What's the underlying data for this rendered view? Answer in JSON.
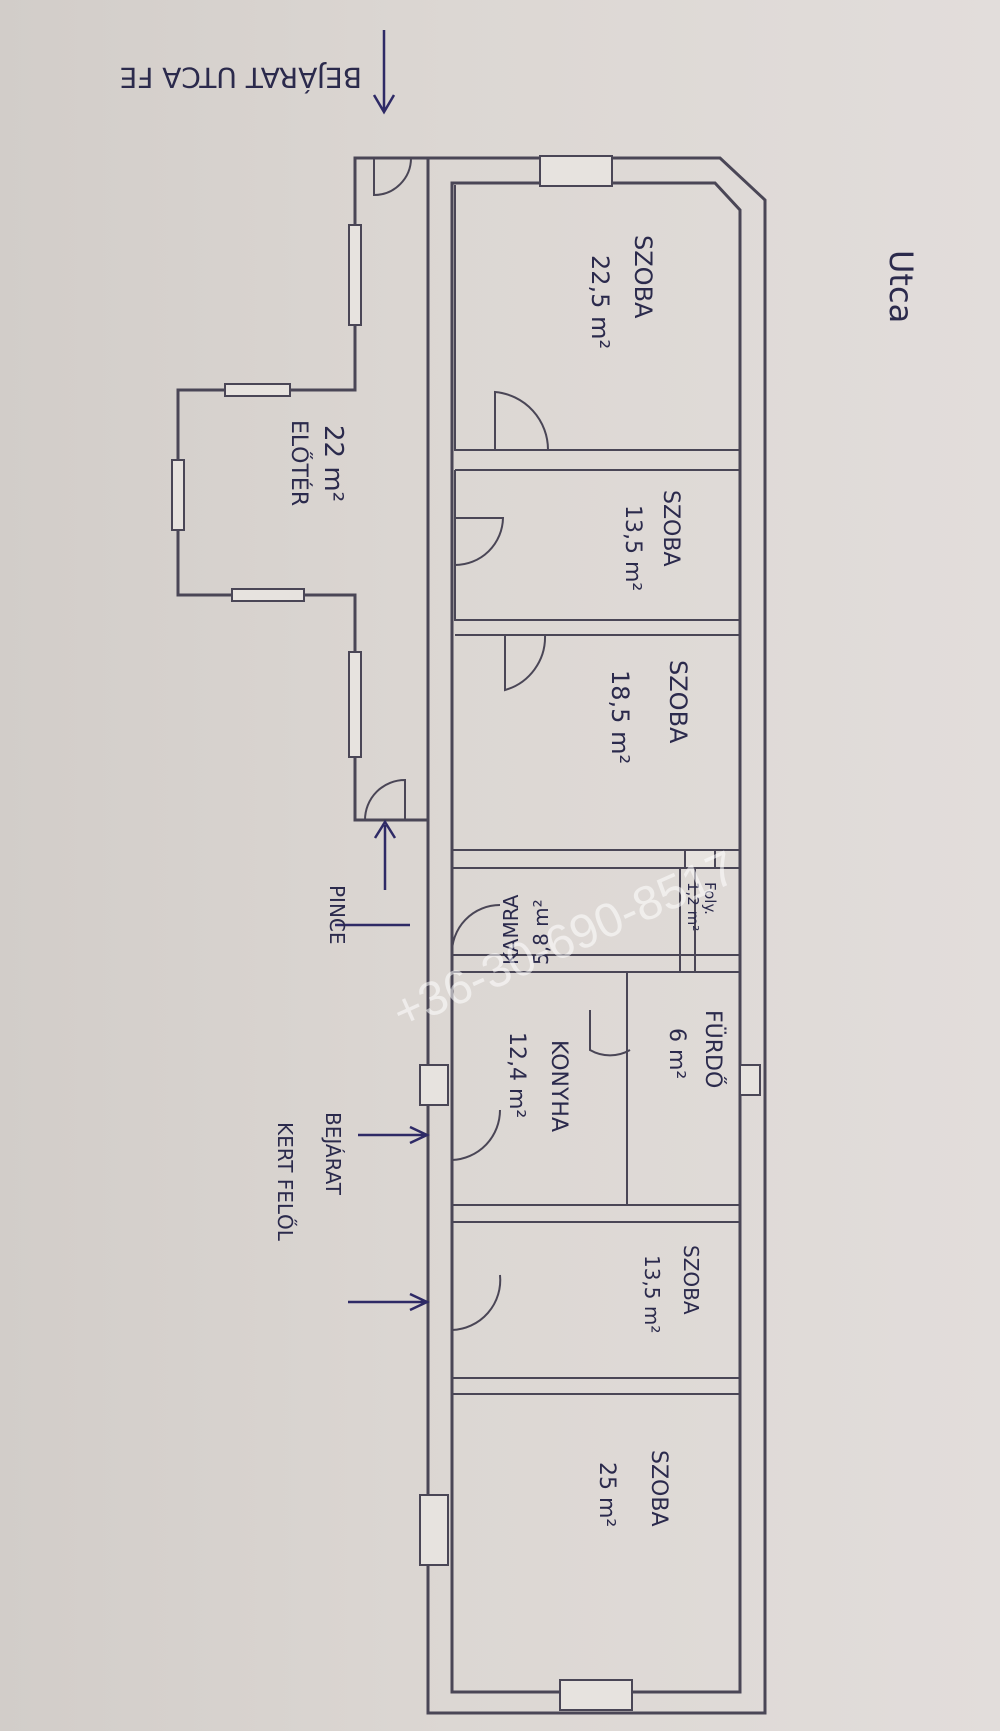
{
  "plan": {
    "street_top": "BEJÁRAT UTCA FE",
    "street_right": "Utca",
    "pince": "PINCE",
    "entrance_garden_1": "BEJÁRAT",
    "entrance_garden_2": "KERT FELŐL",
    "watermark": "+36-30-690-8517"
  },
  "rooms": {
    "szoba1": {
      "name": "SZOBA",
      "area": "22,5 m²"
    },
    "szoba2": {
      "name": "SZOBA",
      "area": "13,5 m²"
    },
    "szoba3": {
      "name": "SZOBA",
      "area": "18,5 m²"
    },
    "eloter": {
      "name": "ELŐTÉR",
      "area": "22 m²"
    },
    "kamra": {
      "name": "KAMRA",
      "area": "5,8 m²"
    },
    "folyoso": {
      "name": "Foly.",
      "area": "1,2 m²"
    },
    "konyha": {
      "name": "KONYHA",
      "area": "12,4 m²"
    },
    "furdo": {
      "name": "FÜRDŐ",
      "area": "6 m²"
    },
    "szoba4": {
      "name": "SZOBA",
      "area": "13,5 m²"
    },
    "szoba5": {
      "name": "SZOBA",
      "area": "25 m²"
    }
  },
  "colors": {
    "ink": "#2b2a4c",
    "paper": "#dcd7d3",
    "wall": "#4a4656"
  }
}
